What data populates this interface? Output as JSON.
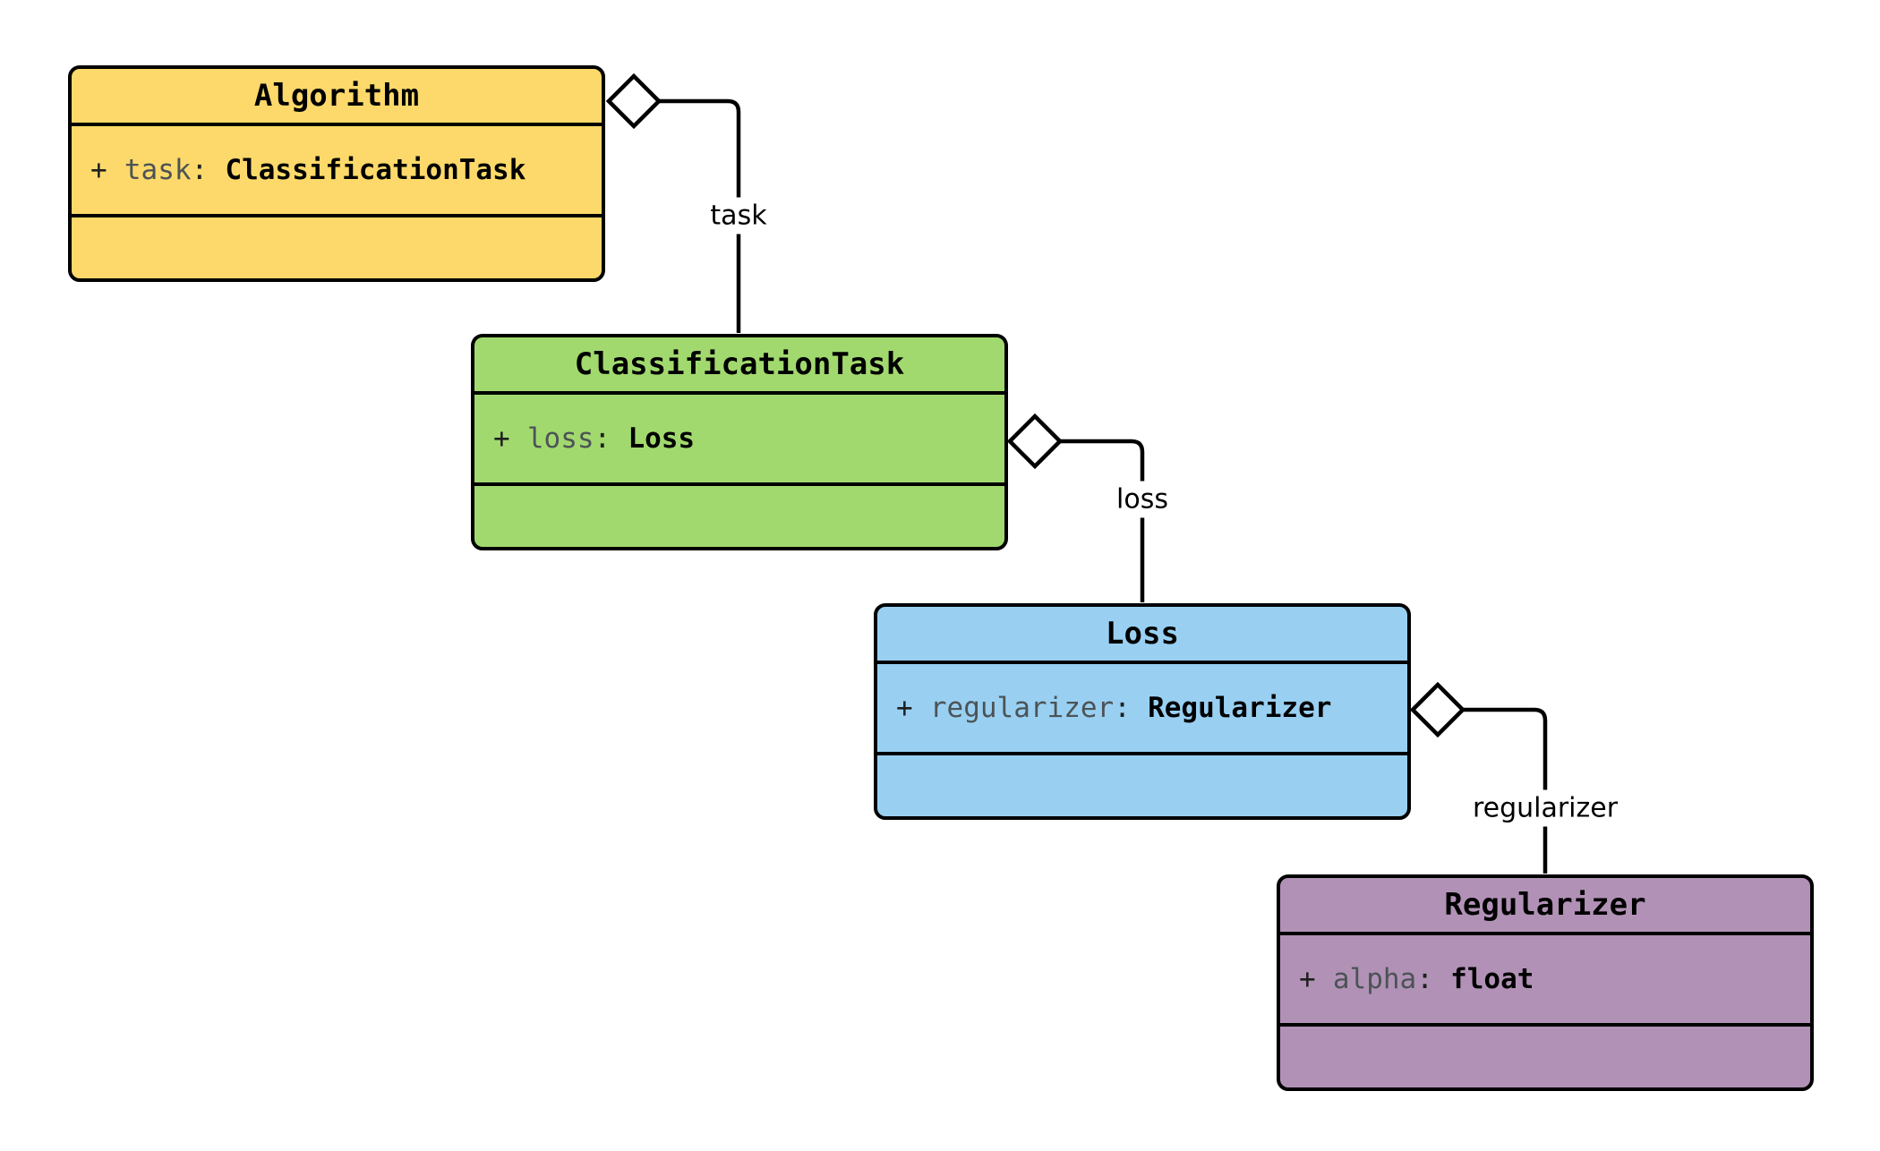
{
  "diagram": {
    "type": "uml-class-diagram",
    "background": "#ffffff",
    "line_color": "#000000"
  },
  "syntax": {
    "separator": ":"
  },
  "classes": [
    {
      "name": "Algorithm",
      "fill": "#FCD96A",
      "attributes": [
        {
          "visibility": "+",
          "name": "task",
          "type": "ClassificationTask"
        }
      ]
    },
    {
      "name": "ClassificationTask",
      "fill": "#A2D96F",
      "attributes": [
        {
          "visibility": "+",
          "name": "loss",
          "type": "Loss"
        }
      ]
    },
    {
      "name": "Loss",
      "fill": "#99D0F2",
      "attributes": [
        {
          "visibility": "+",
          "name": "regularizer",
          "type": "Regularizer"
        }
      ]
    },
    {
      "name": "Regularizer",
      "fill": "#B192B6",
      "attributes": [
        {
          "visibility": "+",
          "name": "alpha",
          "type": "float"
        }
      ]
    }
  ],
  "edges": [
    {
      "from": "Algorithm",
      "to": "ClassificationTask",
      "label": "task",
      "kind": "aggregation"
    },
    {
      "from": "ClassificationTask",
      "to": "Loss",
      "label": "loss",
      "kind": "aggregation"
    },
    {
      "from": "Loss",
      "to": "Regularizer",
      "label": "regularizer",
      "kind": "aggregation"
    }
  ]
}
